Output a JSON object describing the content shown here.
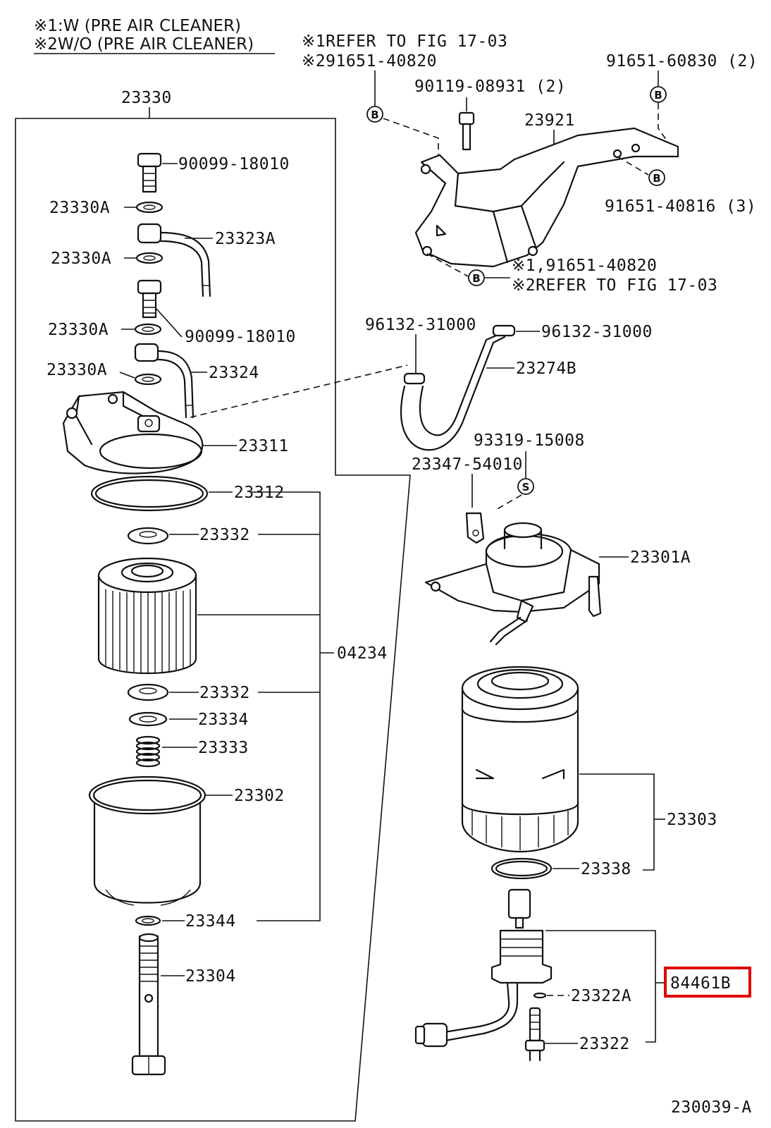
{
  "header": {
    "line1": "※1:W    (PRE AIR CLEANER)",
    "line2": "※2W/O  (PRE AIR CLEANER)"
  },
  "notes": {
    "top_line1": "※1REFER TO FIG 17-03",
    "top_line2": "※291651-40820",
    "bottom_line1": "※1,91651-40820",
    "bottom_line2": "※2REFER TO FIG 17-03"
  },
  "labels": {
    "p23330": "23330",
    "p90099_18010_a": "90099-18010",
    "p23330A_1": "23330A",
    "p23323A": "23323A",
    "p23330A_2": "23330A",
    "p23330A_3": "23330A",
    "p90099_18010_b": "90099-18010",
    "p23330A_4": "23330A",
    "p23324": "23324",
    "p23311": "23311",
    "p23312": "23312",
    "p23332_a": "23332",
    "p04234": "04234",
    "p23332_b": "23332",
    "p23334": "23334",
    "p23333": "23333",
    "p23302": "23302",
    "p23344": "23344",
    "p23304": "23304",
    "p90119_08931": "90119-08931 (2)",
    "p91651_60830": "91651-60830 (2)",
    "p23921": "23921",
    "p91651_40816": "91651-40816 (3)",
    "p96132_31000_a": "96132-31000",
    "p96132_31000_b": "96132-31000",
    "p23274B": "23274B",
    "p93319_15008": "93319-15008",
    "p23347_54010": "23347-54010",
    "p23301A": "23301A",
    "p23303": "23303",
    "p23338": "23338",
    "p84461B": "84461B",
    "p23322A": "23322A",
    "p23322": "23322"
  },
  "callouts": {
    "b": "B",
    "s": "S"
  },
  "figure_id": "230039-A",
  "highlight_color": "#e00000"
}
